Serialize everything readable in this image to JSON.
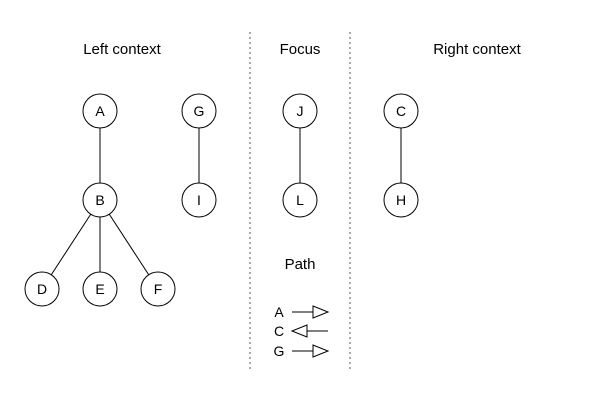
{
  "sections": {
    "left": {
      "title": "Left context"
    },
    "focus": {
      "title": "Focus"
    },
    "right": {
      "title": "Right context"
    },
    "path": {
      "title": "Path"
    }
  },
  "nodes": {
    "A": "A",
    "B": "B",
    "D": "D",
    "E": "E",
    "F": "F",
    "G": "G",
    "I": "I",
    "J": "J",
    "L": "L",
    "C": "C",
    "H": "H"
  },
  "edges": [
    [
      "A",
      "B"
    ],
    [
      "B",
      "D"
    ],
    [
      "B",
      "E"
    ],
    [
      "B",
      "F"
    ],
    [
      "G",
      "I"
    ],
    [
      "J",
      "L"
    ],
    [
      "C",
      "H"
    ]
  ],
  "path": [
    {
      "label": "A",
      "direction": "right"
    },
    {
      "label": "C",
      "direction": "left"
    },
    {
      "label": "G",
      "direction": "right"
    }
  ]
}
